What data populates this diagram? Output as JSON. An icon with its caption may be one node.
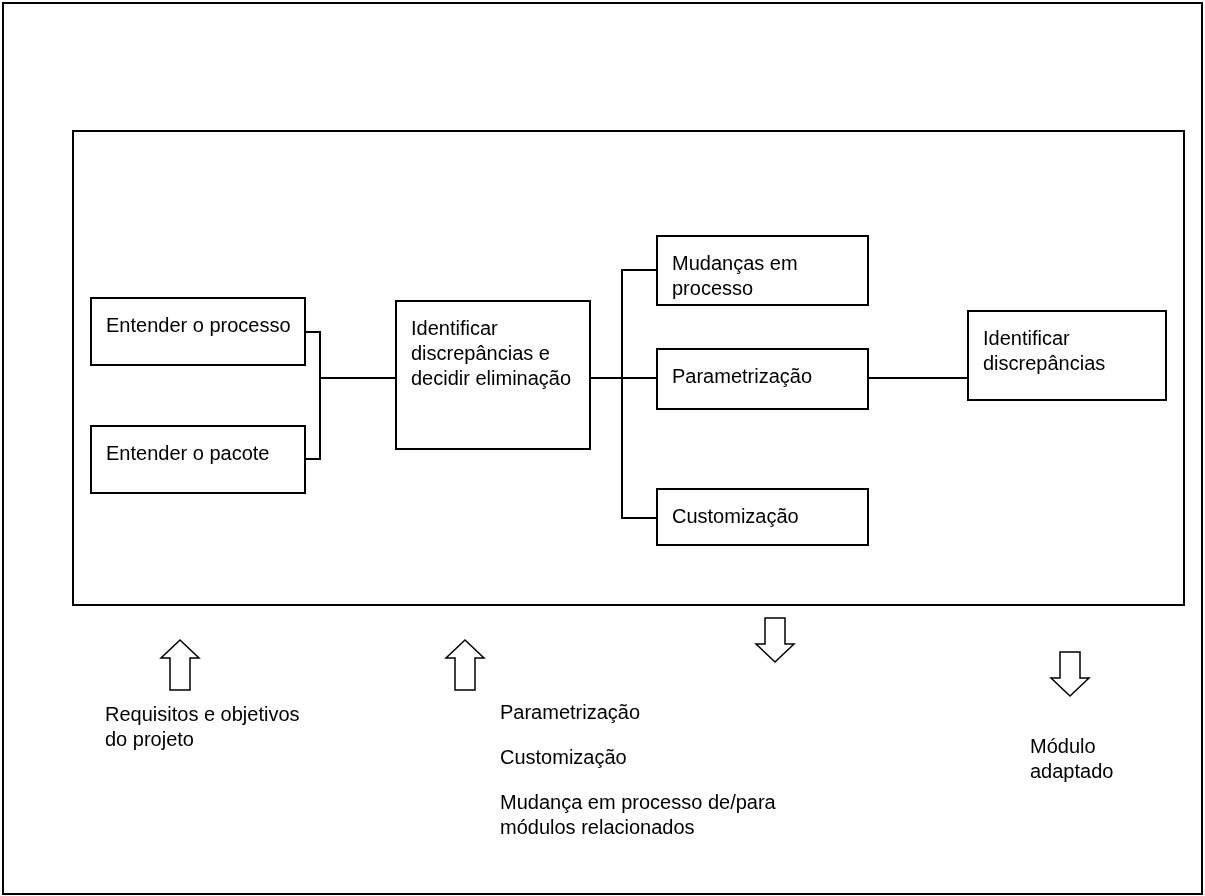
{
  "diagram": {
    "nodes": [
      {
        "text": [],
        "shape": "box"
      },
      {
        "text": [
          "Entender o processo"
        ],
        "in": 0
      },
      {
        "text": [
          "Entender o pacote"
        ],
        "in": 0
      },
      {
        "text": [
          "Identificar discrepâncias e decidir eliminação"
        ],
        "in": 0
      },
      {
        "text": [
          "Mudanças em processo"
        ],
        "in": 0
      },
      {
        "text": [
          "Parametrização"
        ],
        "in": 0
      },
      {
        "text": [
          "Customização"
        ],
        "in": 0
      },
      {
        "text": [
          "Identificar discrepâncias"
        ],
        "in": 0
      },
      {
        "text": [
          "Requisitos e objetivos do projeto"
        ]
      },
      {
        "text": [
          "Parametrização",
          "Customização",
          "Mudança em processo de/para módulos relacionados"
        ]
      },
      {
        "text": [
          "Módulo adaptado"
        ]
      }
    ],
    "edges": [
      {
        "from": 1,
        "to": 3,
        "arrow": "none"
      },
      {
        "from": 2,
        "to": 3,
        "arrow": "none"
      },
      {
        "from": 3,
        "to": 4,
        "arrow": "none"
      },
      {
        "from": 3,
        "to": 5,
        "arrow": "none"
      },
      {
        "from": 3,
        "to": 6,
        "arrow": "none"
      },
      {
        "from": 5,
        "to": 7,
        "arrow": "none"
      },
      {
        "from": 8,
        "to": 0,
        "arrow": "to",
        "style": "thick"
      },
      {
        "from": null,
        "to": 0,
        "arrow": "to",
        "style": "thick"
      },
      {
        "from": 0,
        "to": 9,
        "arrow": "to",
        "style": "thick"
      },
      {
        "from": 0,
        "to": 10,
        "arrow": "to",
        "style": "thick"
      }
    ]
  }
}
